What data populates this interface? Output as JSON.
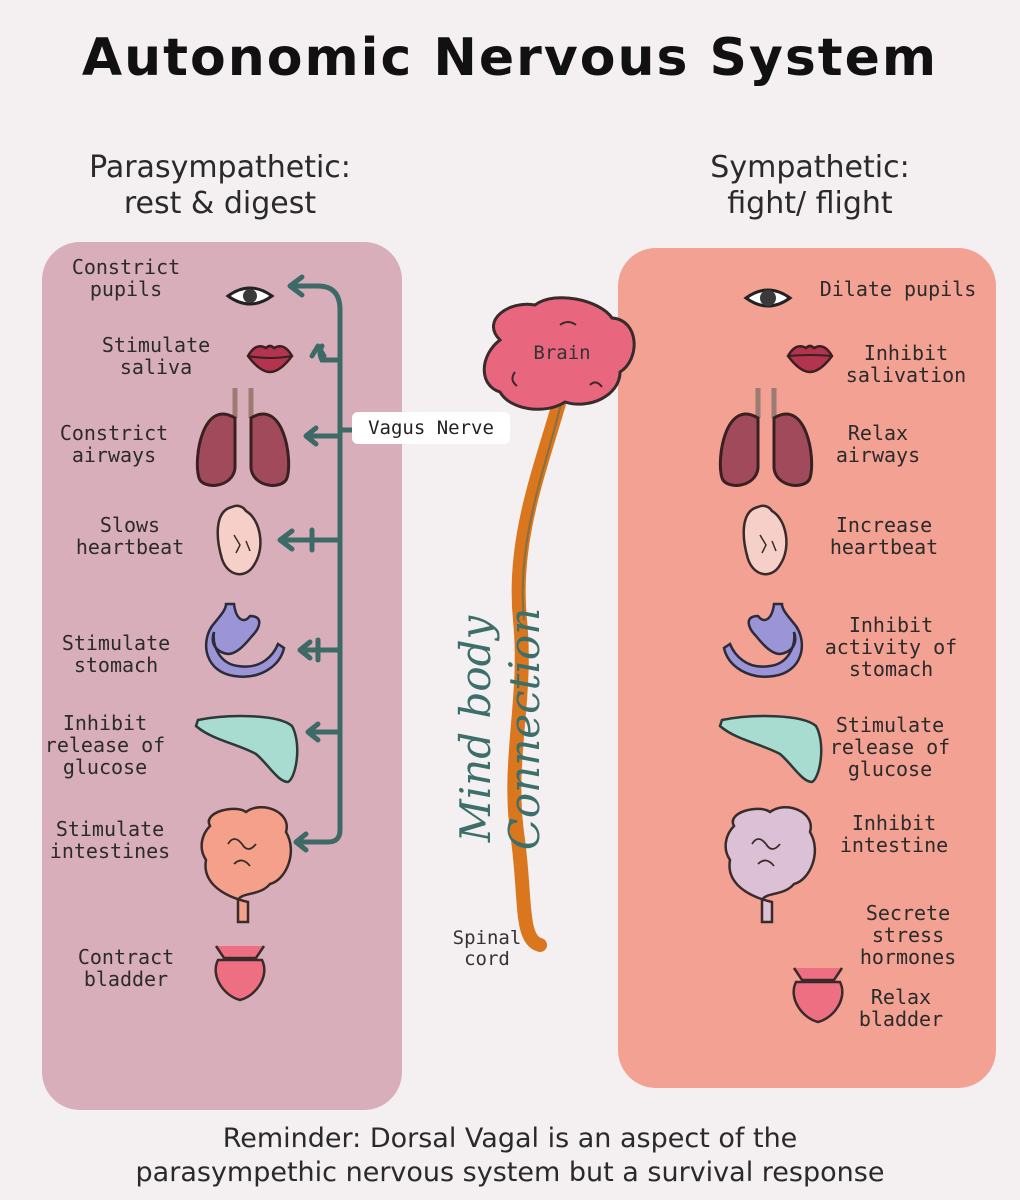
{
  "title": "Autonomic Nervous System",
  "parasympathetic": {
    "heading": "Parasympathetic:\nrest & digest",
    "labels": [
      "Constrict\npupils",
      "Stimulate\nsaliva",
      "Constrict\nairways",
      "Slows\nheartbeat",
      "Stimulate\nstomach",
      "Inhibit\nrelease of\nglucose",
      "Stimulate\nintestines",
      "Contract\nbladder"
    ]
  },
  "sympathetic": {
    "heading": "Sympathetic:\nfight/ flight",
    "labels": [
      "Dilate pupils",
      "Inhibit\nsalivation",
      "Relax\nairways",
      "Increase\nheartbeat",
      "Inhibit\nactivity of\nstomach",
      "Stimulate\nrelease of\nglucose",
      "Inhibit\nintestine",
      "Secrete\nstress\nhormones",
      "Relax\nbladder"
    ]
  },
  "center": {
    "brain": "Brain",
    "vagus_nerve": "Vagus Nerve",
    "mind_body": "Mind body Connection",
    "spinal_cord": "Spinal\ncord"
  },
  "reminder": "Reminder: Dorsal Vagal is an aspect of the\nparasympethic nervous system but a survival response",
  "colors": {
    "background": "#f4eff0",
    "parasympathetic_panel": "#d9aebb",
    "sympathetic_panel": "#f2a193",
    "nerve_line": "#3d6966",
    "spinal_cord": "#d9761e",
    "brain": "#e8677f"
  },
  "icons": [
    "eye-icon",
    "lips-icon",
    "lungs-icon",
    "heart-icon",
    "stomach-icon",
    "liver-icon",
    "intestines-icon",
    "bladder-icon"
  ]
}
